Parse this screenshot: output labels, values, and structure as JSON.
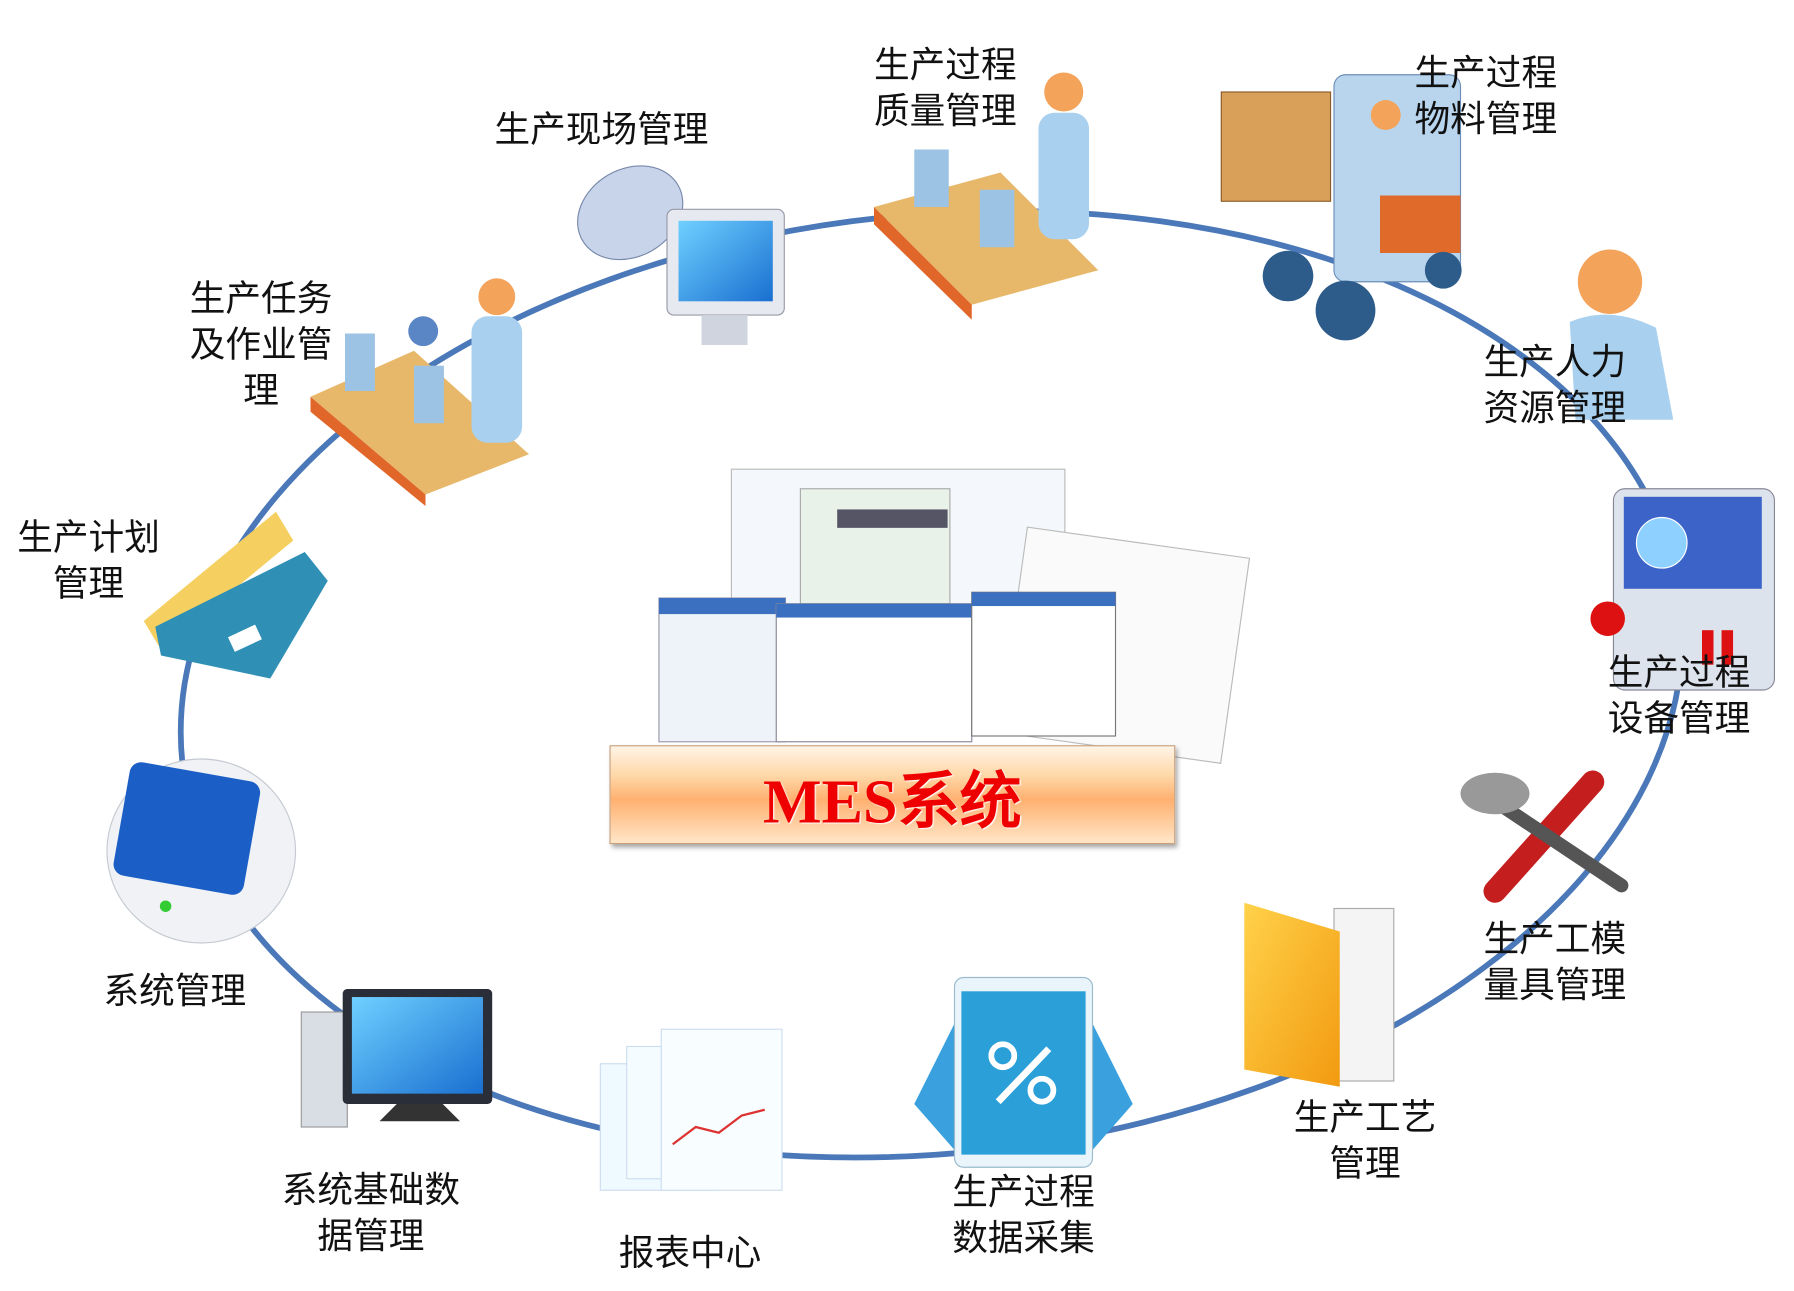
{
  "center": {
    "title": "MES系统"
  },
  "modules": [
    {
      "id": "site",
      "lines": [
        "生产现场管理"
      ]
    },
    {
      "id": "quality",
      "lines": [
        "生产过程",
        "质量管理"
      ]
    },
    {
      "id": "material",
      "lines": [
        "生产过程",
        "物料管理"
      ]
    },
    {
      "id": "hr",
      "lines": [
        "生产人力",
        "资源管理"
      ]
    },
    {
      "id": "equipment",
      "lines": [
        "生产过程",
        "设备管理"
      ]
    },
    {
      "id": "tooling",
      "lines": [
        "生产工模",
        "量具管理"
      ]
    },
    {
      "id": "process",
      "lines": [
        "生产工艺",
        "管理"
      ]
    },
    {
      "id": "collection",
      "lines": [
        "生产过程",
        "数据采集"
      ]
    },
    {
      "id": "report",
      "lines": [
        "报表中心"
      ]
    },
    {
      "id": "basedata",
      "lines": [
        "系统基础数",
        "据管理"
      ]
    },
    {
      "id": "system",
      "lines": [
        "系统管理"
      ]
    },
    {
      "id": "plan",
      "lines": [
        "生产计划",
        "管理"
      ]
    },
    {
      "id": "task",
      "lines": [
        "生产任务",
        "及作业管",
        "理"
      ]
    }
  ],
  "colors": {
    "ring": "#4a78b8",
    "title": "#ee0000",
    "accent": "#2a9fd8"
  }
}
